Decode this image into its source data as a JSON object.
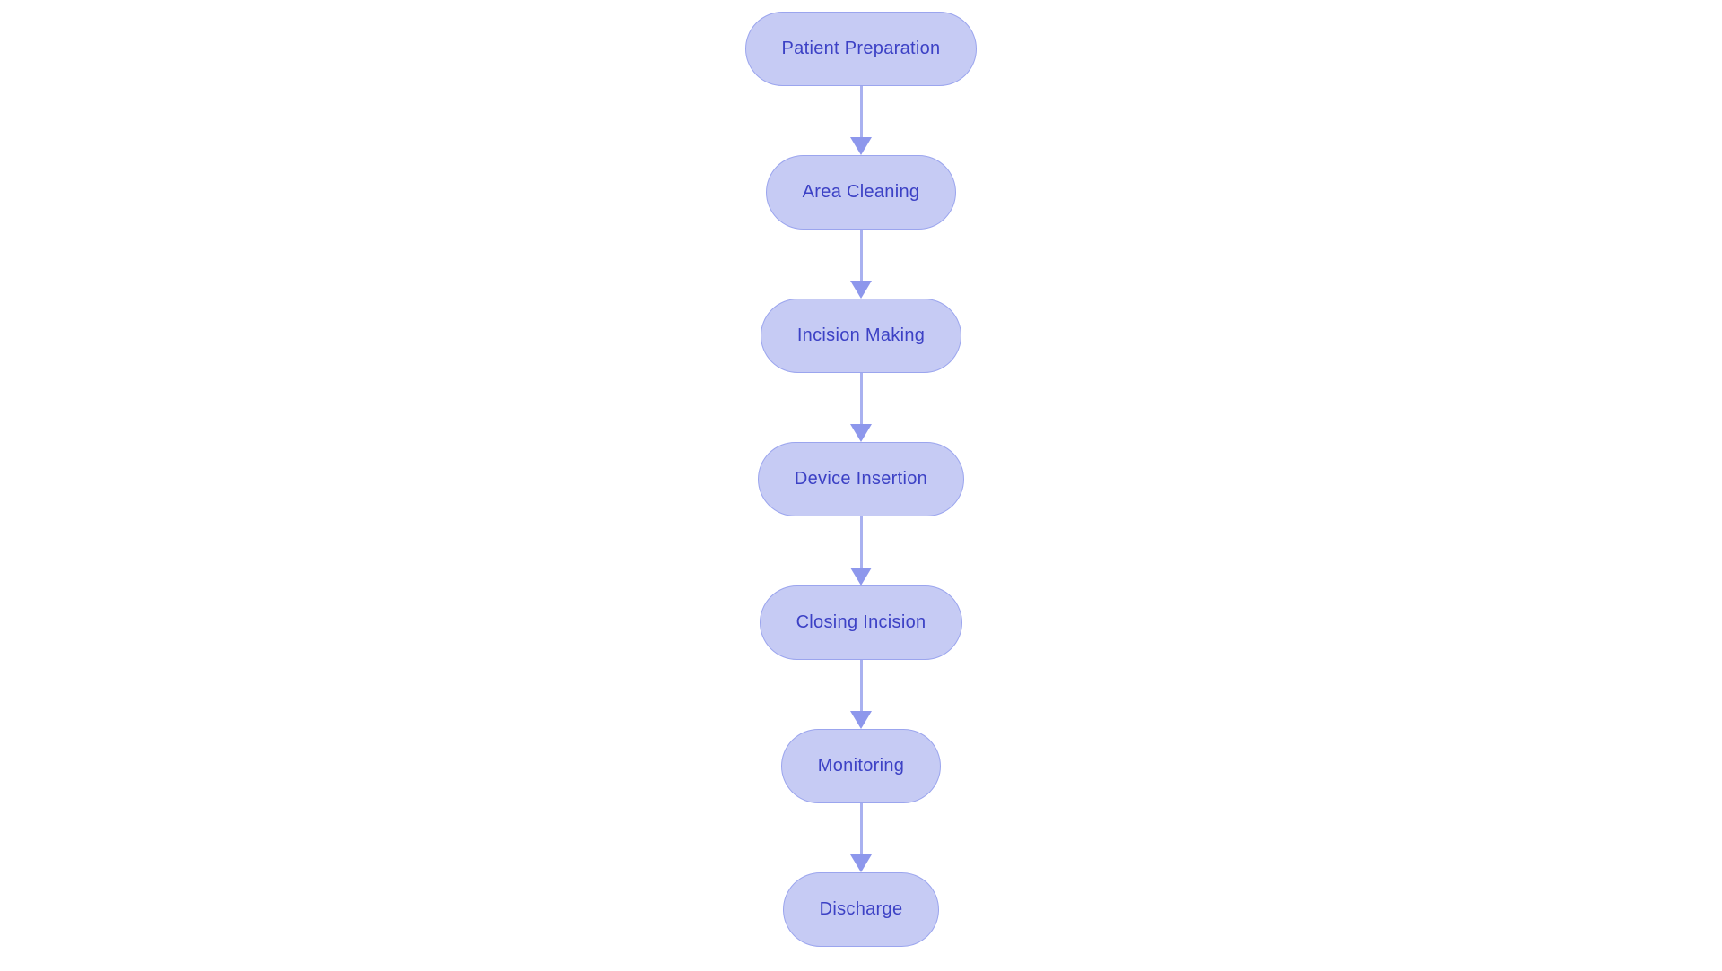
{
  "flowchart": {
    "description": "Vertical medical procedure flowchart",
    "nodes": [
      {
        "id": "patient-preparation",
        "label": "Patient Preparation"
      },
      {
        "id": "area-cleaning",
        "label": "Area Cleaning"
      },
      {
        "id": "incision-making",
        "label": "Incision Making"
      },
      {
        "id": "device-insertion",
        "label": "Device Insertion"
      },
      {
        "id": "closing-incision",
        "label": "Closing Incision"
      },
      {
        "id": "monitoring",
        "label": "Monitoring"
      },
      {
        "id": "discharge",
        "label": "Discharge"
      }
    ],
    "edges": [
      {
        "from": "patient-preparation",
        "to": "area-cleaning",
        "arrow": "down-arrow-icon"
      },
      {
        "from": "area-cleaning",
        "to": "incision-making",
        "arrow": "down-arrow-icon"
      },
      {
        "from": "incision-making",
        "to": "device-insertion",
        "arrow": "down-arrow-icon"
      },
      {
        "from": "device-insertion",
        "to": "closing-incision",
        "arrow": "down-arrow-icon"
      },
      {
        "from": "closing-incision",
        "to": "monitoring",
        "arrow": "down-arrow-icon"
      },
      {
        "from": "monitoring",
        "to": "discharge",
        "arrow": "down-arrow-icon"
      }
    ]
  },
  "colors": {
    "background": "#ffffff",
    "node_fill": "#c6cbf4",
    "node_border": "#9ba5ee",
    "node_text": "#3c41c5",
    "arrow_line": "#a9b1f0",
    "arrow_head": "#8d97ec"
  }
}
